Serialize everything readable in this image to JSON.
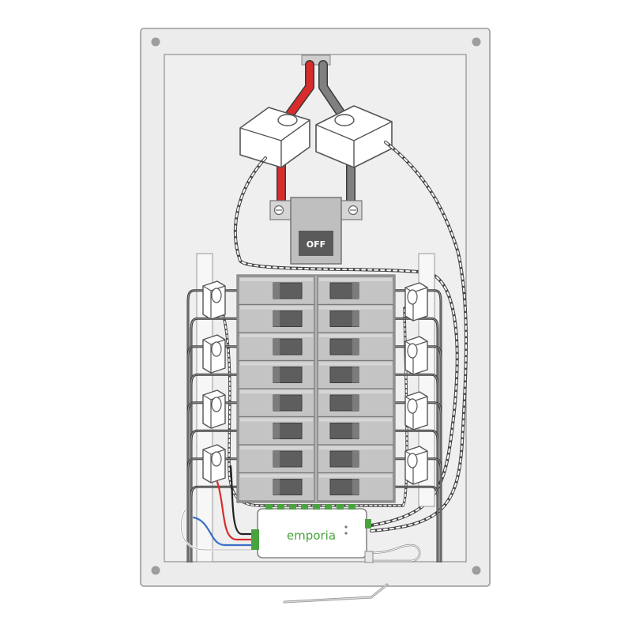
{
  "main_switch": {
    "label": "OFF"
  },
  "monitor": {
    "brand": "emporia"
  },
  "colors": {
    "panel": "#e9e9e9",
    "panel_border": "#9a9a9a",
    "breaker_body": "#c4c4c4",
    "breaker_handle": "#5e5e5e",
    "hot_wire": "#d92b2b",
    "neutral_wire": "#808080",
    "circuit_wire": "#3a3a3a",
    "brand_green": "#4aa33f",
    "blue_wire": "#3a6fc7"
  },
  "breakers": {
    "left_count": 8,
    "right_count": 8
  },
  "branch_sensors": {
    "left_count": 4,
    "right_count": 4
  }
}
